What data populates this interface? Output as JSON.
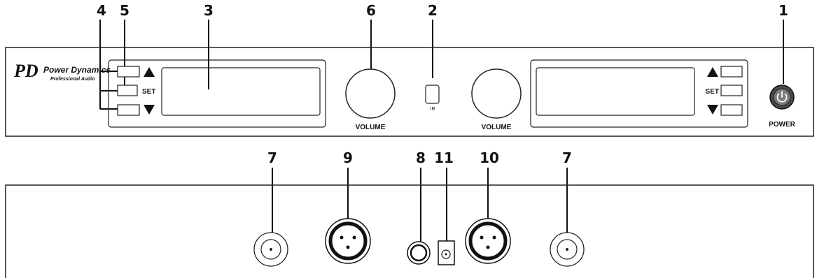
{
  "callouts": {
    "front": {
      "c1": "1",
      "c2": "2",
      "c3": "3",
      "c4": "4",
      "c5": "5",
      "c6": "6"
    },
    "rear": {
      "c7a": "7",
      "c9": "9",
      "c8": "8",
      "c11": "11",
      "c10": "10",
      "c7b": "7"
    }
  },
  "front_panel": {
    "brand": {
      "logo": "PD",
      "name": "Power Dynamics",
      "tagline": "Professional Audio"
    },
    "left_channel": {
      "set_label": "SET",
      "volume_label": "VOLUME"
    },
    "ir_label": "IR",
    "right_channel": {
      "set_label": "SET",
      "volume_label": "VOLUME"
    },
    "power_label": "POWER"
  },
  "icons": {
    "up": "triangle-up-icon",
    "down": "triangle-down-icon",
    "power": "power-icon"
  }
}
